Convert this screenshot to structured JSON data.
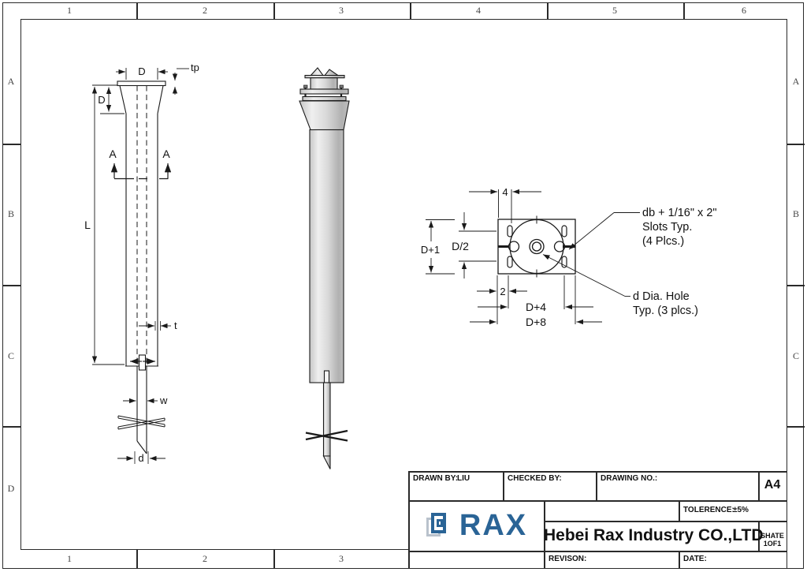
{
  "border": {
    "top_numbers": [
      "1",
      "2",
      "3",
      "4",
      "5",
      "6"
    ],
    "bottom_numbers": [
      "1",
      "2",
      "3"
    ],
    "left_letters": [
      "A",
      "B",
      "C",
      "D"
    ],
    "right_letters": [
      "A",
      "B",
      "C"
    ]
  },
  "title_block": {
    "drawn_by_label": "DRAWN BY:",
    "drawn_by_value": "LIU",
    "checked_by_label": "CHECKED BY:",
    "drawing_no_label": "DRAWING NO.:",
    "paper_size": "A4",
    "tolerance_label": "TOLERENCE:",
    "tolerance_value": "±5%",
    "company": "Hebei Rax Industry CO.,LTD",
    "sheet_label": "SHATE 1OF1",
    "revision_label": "REVISON:",
    "date_label": "DATE:",
    "logo_text": "RAX",
    "logo_color": "#2a6496"
  },
  "drawing": {
    "side_view": {
      "dim_d_top": "D",
      "dim_tp": "tp",
      "dim_d_taper": "D",
      "dim_length": "L",
      "section_label_left": "A",
      "section_label_right": "A",
      "dim_wall": "t",
      "dim_shaft_width": "w",
      "dim_tip_dia": "d"
    },
    "plan_view": {
      "dim_4": "4",
      "dim_d_half": "D/2",
      "dim_d_plus_1": "D+1",
      "dim_2": "2",
      "dim_d_plus_4": "D+4",
      "dim_d_plus_8": "D+8",
      "note_slots_line1": "db + 1/16\" x 2\"",
      "note_slots_line2": "Slots Typ.",
      "note_slots_line3": "(4 Plcs.)",
      "note_hole_line1": "d Dia. Hole",
      "note_hole_line2": "Typ. (3 plcs.)"
    }
  }
}
